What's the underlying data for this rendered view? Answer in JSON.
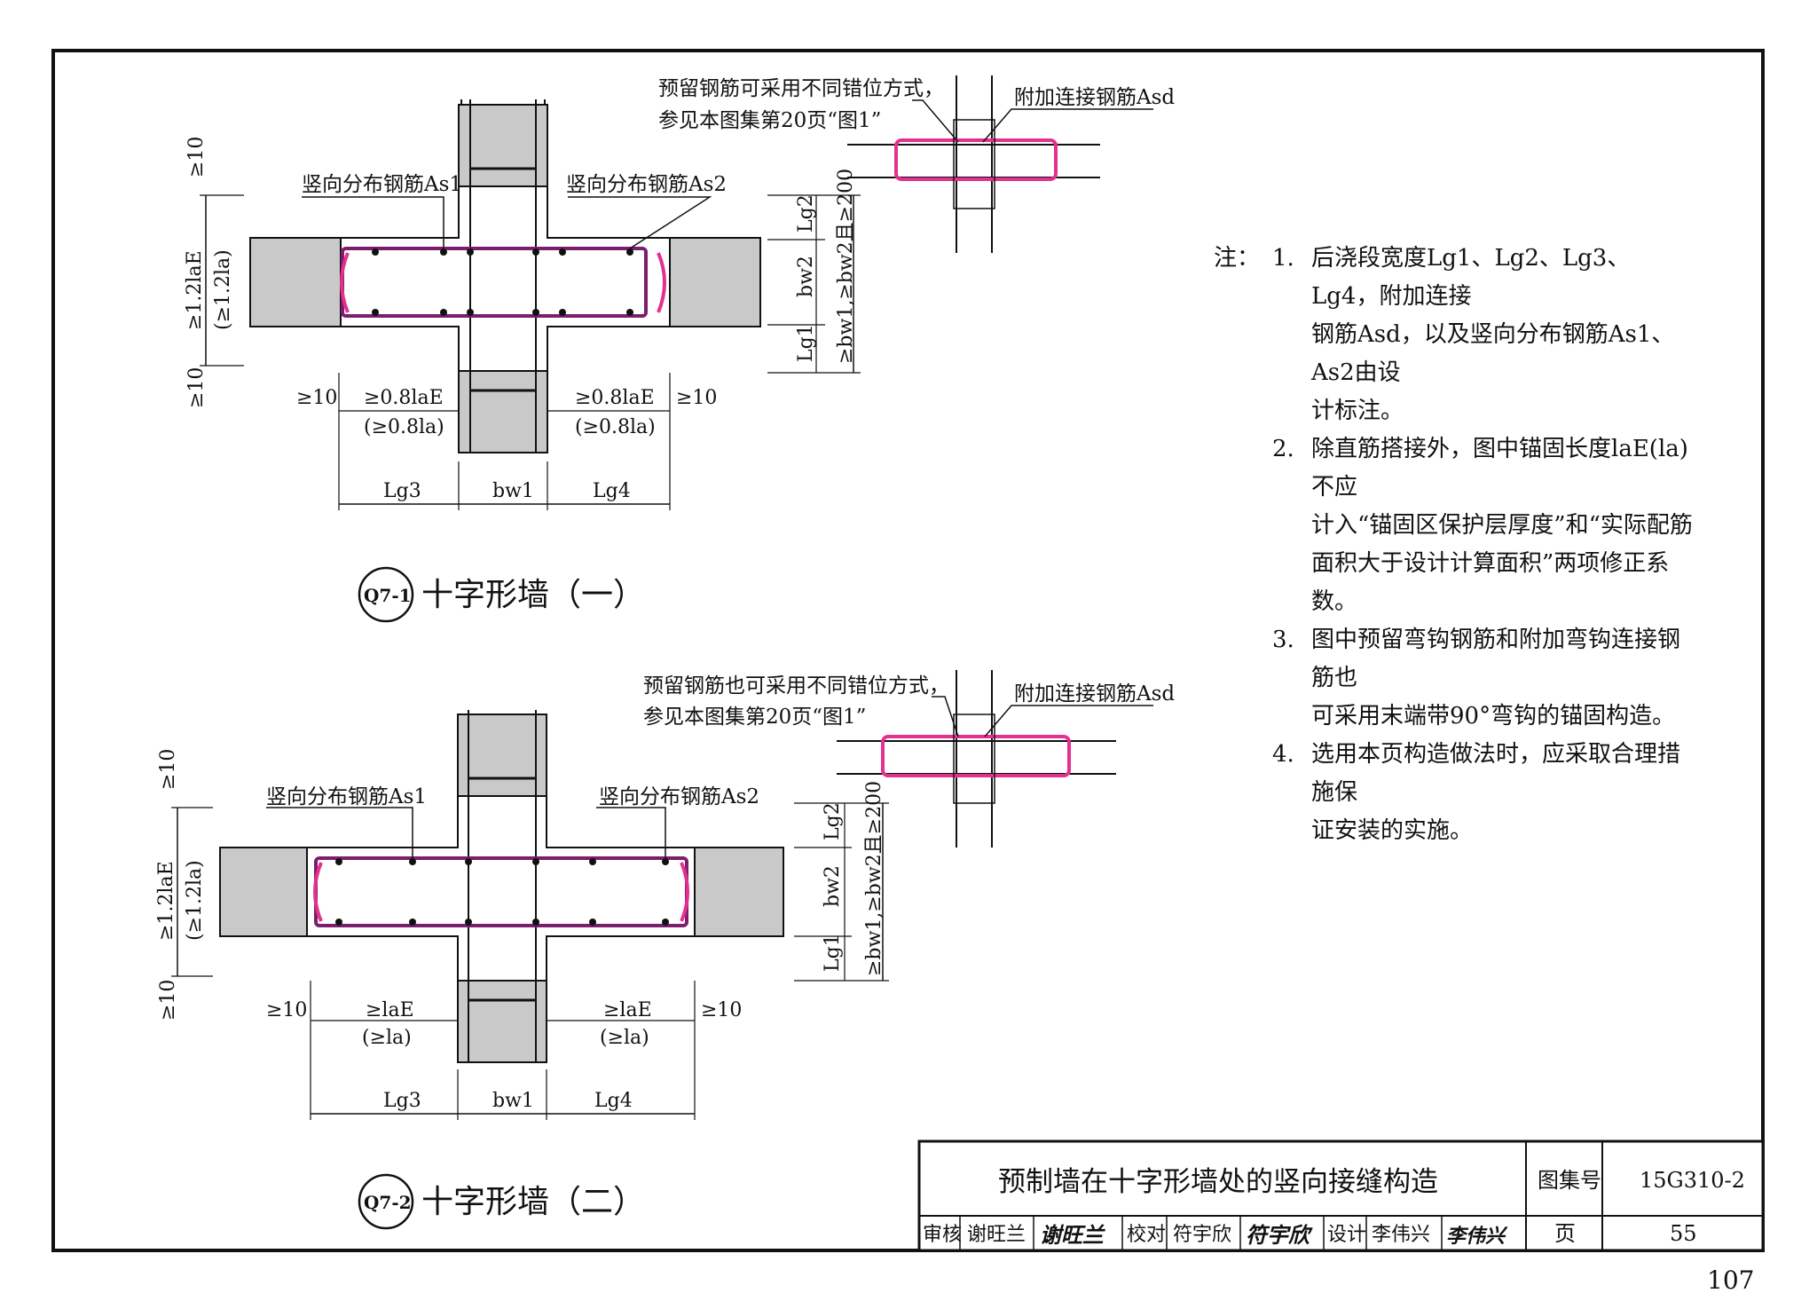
{
  "page_number": "107",
  "notes": {
    "heading": "注：",
    "items": [
      {
        "num": "1.",
        "lines": [
          "后浇段宽度L",
          "钢筋A",
          "计标注。"
        ],
        "text": [
          "后浇段宽度Lg1、Lg2、Lg3、Lg4，附加连接",
          "钢筋Asd，以及竖向分布钢筋As1、As2由设",
          "计标注。"
        ]
      },
      {
        "num": "2.",
        "text": [
          "除直筋搭接外，图中锚固长度laE(la)不应",
          "计入“锚固区保护层厚度”和“实际配筋",
          "面积大于设计计算面积”两项修正系数。"
        ]
      },
      {
        "num": "3.",
        "text": [
          "图中预留弯钩钢筋和附加弯钩连接钢筋也",
          "可采用末端带90°弯钩的锚固构造。"
        ]
      },
      {
        "num": "4.",
        "text": [
          "选用本页构造做法时，应采取合理措施保",
          "证安装的实施。"
        ]
      }
    ]
  },
  "diagram1": {
    "tag": "Q7-1",
    "title": "十字形墙（一）",
    "callout_reserve": [
      "预留钢筋可采用不同错位方式，",
      "参见本图集第20页“图1”"
    ],
    "callout_sd": "附加连接钢筋Asd",
    "label_as1": "竖向分布钢筋As1",
    "label_as2": "竖向分布钢筋As2",
    "dim_left_top": "≥10",
    "dim_left_bottom": "≥10",
    "dim_left_mid": "≥1.2laE",
    "dim_left_mid2": "(≥1.2la)",
    "dim_ge10_left": "≥10",
    "dim_ge10_right": "≥10",
    "dim_anchor_left": "≥0.8laE",
    "dim_anchor_left2": "(≥0.8la)",
    "dim_anchor_right": "≥0.8laE",
    "dim_anchor_right2": "(≥0.8la)",
    "dim_lg3": "Lg3",
    "dim_bw1": "bw1",
    "dim_lg4": "Lg4",
    "dim_lg2": "Lg2",
    "dim_bw2": "bw2",
    "dim_lg1": "Lg1",
    "dim_right_total": "≥bw1,≥bw2且≥200"
  },
  "diagram2": {
    "tag": "Q7-2",
    "title": "十字形墙（二）",
    "callout_reserve": [
      "预留钢筋也可采用不同错位方式，",
      "参见本图集第20页“图1”"
    ],
    "callout_sd": "附加连接钢筋Asd",
    "label_as1": "竖向分布钢筋As1",
    "label_as2": "竖向分布钢筋As2",
    "dim_left_top": "≥10",
    "dim_left_bottom": "≥10",
    "dim_left_mid": "≥1.2laE",
    "dim_left_mid2": "(≥1.2la)",
    "dim_ge10_left": "≥10",
    "dim_ge10_right": "≥10",
    "dim_anchor_left": "≥laE",
    "dim_anchor_left2": "(≥la)",
    "dim_anchor_right": "≥laE",
    "dim_anchor_right2": "(≥la)",
    "dim_lg3": "Lg3",
    "dim_bw1": "bw1",
    "dim_lg4": "Lg4",
    "dim_lg2": "Lg2",
    "dim_bw2": "bw2",
    "dim_lg1": "Lg1",
    "dim_right_total": "≥bw1,≥bw2且≥200"
  },
  "title_block": {
    "title": "预制墙在十字形墙处的竖向接缝构造",
    "atlas_label": "图集号",
    "atlas_no": "15G310-2",
    "review_label": "审核",
    "review_name": "谢旺兰",
    "review_sign": "谢旺兰",
    "check_label": "校对",
    "check_name": "符宇欣",
    "check_sign": "符宇欣",
    "design_label": "设计",
    "design_name": "李伟兴",
    "design_sign": "李伟兴",
    "page_label": "页",
    "page_no": "55"
  },
  "colors": {
    "rebar_pink": "#e4318f",
    "rebar_purple": "#7d1d6e",
    "concrete": "#c9c9c9",
    "line": "#111111"
  }
}
